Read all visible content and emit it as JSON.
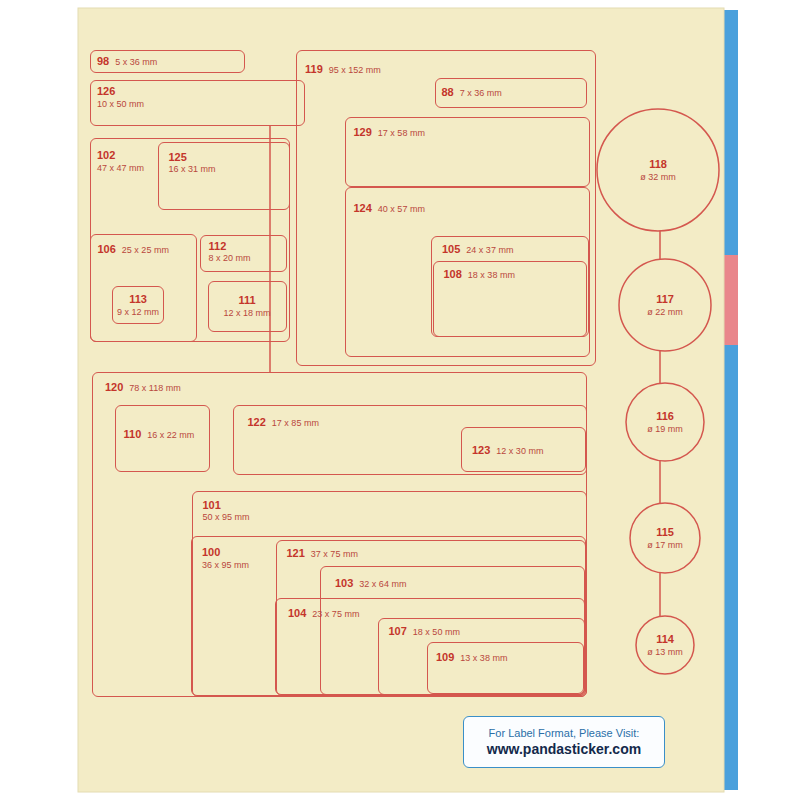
{
  "diagram": {
    "nodes": [
      {
        "text": [
          "98",
          "5 x 36 mm"
        ]
      },
      {
        "text": [
          "119",
          "95 x 152 mm"
        ]
      },
      {
        "text": [
          "88",
          "7 x 36 mm"
        ],
        "in": 1
      },
      {
        "text": [
          "126",
          "10 x 50 mm"
        ]
      },
      {
        "text": [
          "129",
          "17 x 58 mm"
        ],
        "in": 1
      },
      {
        "text": [
          "118",
          "ø 32 mm"
        ]
      },
      {
        "text": [
          "102",
          "47 x 47 mm"
        ]
      },
      {
        "text": [
          "125",
          "16 x 31 mm"
        ],
        "in": 6
      },
      {
        "text": [
          "124",
          "40 x 57 mm"
        ],
        "in": 1
      },
      {
        "text": [
          "106",
          "25 x 25 mm"
        ],
        "in": 6
      },
      {
        "text": [
          "112",
          "8 x 20 mm"
        ],
        "in": 6
      },
      {
        "text": [
          "105",
          "24 x 37 mm"
        ],
        "in": 8
      },
      {
        "text": [
          "108",
          "18 x 38 mm"
        ],
        "in": 11
      },
      {
        "text": [
          "113",
          "9 x 12 mm"
        ],
        "in": 9
      },
      {
        "text": [
          "111",
          "12 x 18 mm"
        ],
        "in": 6
      },
      {
        "text": [
          "117",
          "ø 22 mm"
        ]
      },
      {
        "text": [
          "120",
          "78 x 118 mm"
        ]
      },
      {
        "text": [
          "110",
          "16 x 22 mm"
        ],
        "in": 16
      },
      {
        "text": [
          "122",
          "17 x 85 mm"
        ],
        "in": 16
      },
      {
        "text": [
          "116",
          "ø 19 mm"
        ]
      },
      {
        "text": [
          "123",
          "12 x 30 mm"
        ],
        "in": 18
      },
      {
        "text": [
          "101",
          "50 x 95 mm"
        ],
        "in": 16
      },
      {
        "text": [
          "115",
          "ø 17 mm"
        ]
      },
      {
        "text": [
          "100",
          "36 x 95 mm"
        ],
        "in": 21
      },
      {
        "text": [
          "121",
          "37 x 75 mm"
        ],
        "in": 23
      },
      {
        "text": [
          "103",
          "32 x 64 mm"
        ],
        "in": 24
      },
      {
        "text": [
          "104",
          "23 x 75 mm"
        ],
        "in": 24
      },
      {
        "text": [
          "107",
          "18 x 50 mm"
        ],
        "in": 26
      },
      {
        "text": [
          "109",
          "13 x 38 mm"
        ],
        "in": 27
      },
      {
        "text": [
          "114",
          "ø 13 mm"
        ]
      },
      {
        "text": [
          "For Label Format, Please Visit:",
          "www.pandasticker.com"
        ]
      }
    ]
  }
}
